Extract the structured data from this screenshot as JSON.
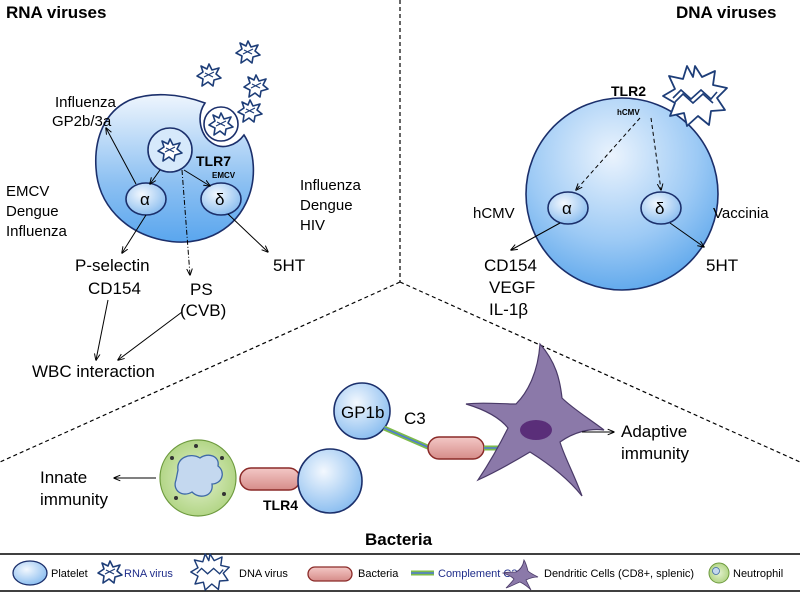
{
  "sections": {
    "rna_title": "RNA viruses",
    "dna_title": "DNA viruses",
    "bacteria_title": "Bacteria"
  },
  "rna": {
    "receptor": "TLR7",
    "receptor_sub": "EMCV",
    "alpha": "α",
    "delta": "δ",
    "influenza_gp": [
      "Influenza",
      "GP2b/3a"
    ],
    "alpha_viruses": [
      "EMCV",
      "Dengue",
      "Influenza"
    ],
    "delta_viruses": [
      "Influenza",
      "Dengue",
      "HIV"
    ],
    "pselectin": [
      "P-selectin",
      "CD154"
    ],
    "ps": [
      "PS",
      "(CVB)"
    ],
    "serotonin": "5HT",
    "wbc": "WBC interaction"
  },
  "dna": {
    "receptor": "TLR2",
    "receptor_sub": "hCMV",
    "alpha": "α",
    "delta": "δ",
    "hcmv": "hCMV",
    "vaccinia": "Vaccinia",
    "alpha_outputs": [
      "CD154",
      "VEGF",
      "IL-1β"
    ],
    "serotonin": "5HT"
  },
  "bacteria": {
    "gp1b": "GP1b",
    "c3": "C3",
    "tlr4": "TLR4",
    "innate": [
      "Innate",
      "immunity"
    ],
    "adaptive": [
      "Adaptive",
      "immunity"
    ]
  },
  "legend": {
    "items": [
      "Platelet",
      "RNA virus",
      "DNA virus",
      "Bacteria",
      "Complement C3",
      "Dendritic Cells (CD8+, splenic)",
      "Neutrophil"
    ]
  },
  "colors": {
    "platelet_fill_top": "#e8f2fd",
    "platelet_fill_bottom": "#5aa8ee",
    "platelet_stroke": "#1b2f6b",
    "bacteria_fill": "#e3a7a5",
    "bacteria_stroke": "#8a2a28",
    "complement": "#7dbb4a",
    "complement_mid": "#4f7bd1",
    "dendritic": "#8b79a9",
    "dendritic_nucleus": "#5a2e79",
    "neutrophil": "#c6e2a2",
    "virus_stroke": "#1d3d78"
  }
}
